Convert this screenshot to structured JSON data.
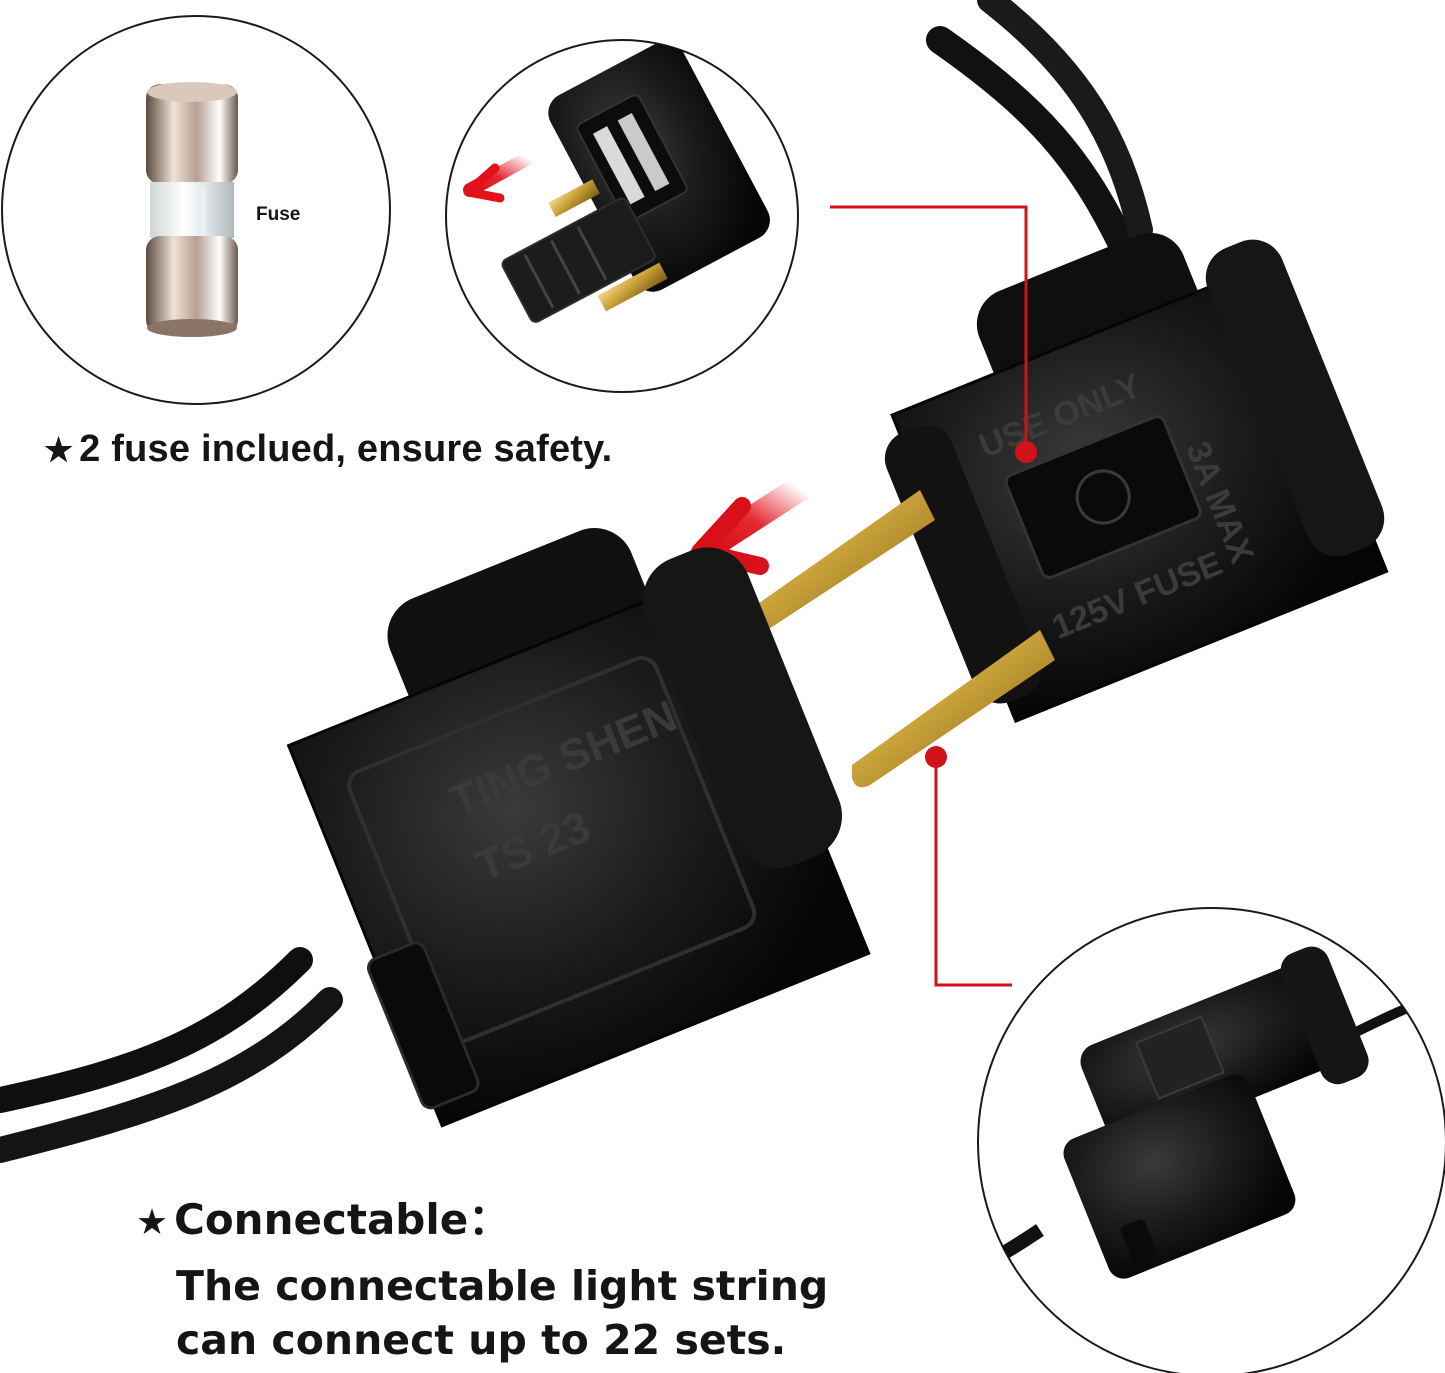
{
  "fuse_label": "Fuse",
  "fuse_note": {
    "star": "★",
    "text": "2 fuse inclued, ensure safety."
  },
  "connectable": {
    "star": "★",
    "title": "Connectable：",
    "line1": "The connectable light string",
    "line2": "can connect up to 22 sets."
  },
  "plug_markings": {
    "use_only": "USE ONLY",
    "max": "3A MAX",
    "fuse": "125V FUSE"
  },
  "socket_markings": {
    "brand": "TING SHEN",
    "model": "TS 23"
  },
  "colors": {
    "accent_red": "#d0121b",
    "plastic_black": "#141414",
    "brass": "#c9a23a"
  }
}
